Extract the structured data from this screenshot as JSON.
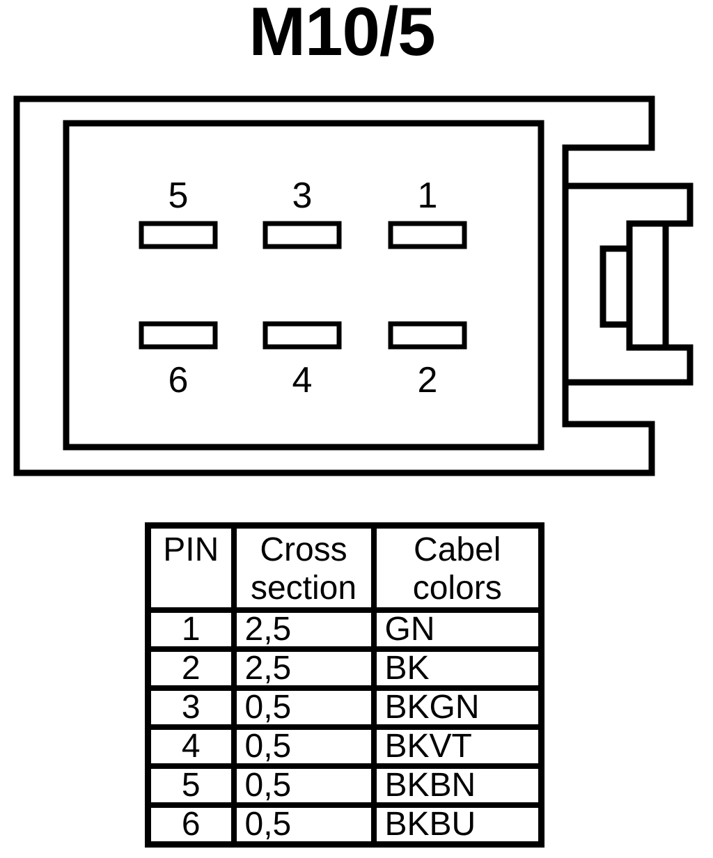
{
  "title": "M10/5",
  "connector": {
    "pins_top": [
      "5",
      "3",
      "1"
    ],
    "pins_bottom": [
      "6",
      "4",
      "2"
    ]
  },
  "table": {
    "headers": {
      "pin": "PIN",
      "cross_section": [
        "Cross",
        "section"
      ],
      "cable_colors": [
        "Cabel",
        "colors"
      ]
    },
    "rows": [
      {
        "pin": "1",
        "cross_section": "2,5",
        "color": "GN"
      },
      {
        "pin": "2",
        "cross_section": "2,5",
        "color": "BK"
      },
      {
        "pin": "3",
        "cross_section": "0,5",
        "color": "BKGN"
      },
      {
        "pin": "4",
        "cross_section": "0,5",
        "color": "BKVT"
      },
      {
        "pin": "5",
        "cross_section": "0,5",
        "color": "BKBN"
      },
      {
        "pin": "6",
        "cross_section": "0,5",
        "color": "BKBU"
      }
    ]
  },
  "colors": {
    "ink": "#000000",
    "paper": "#ffffff"
  }
}
